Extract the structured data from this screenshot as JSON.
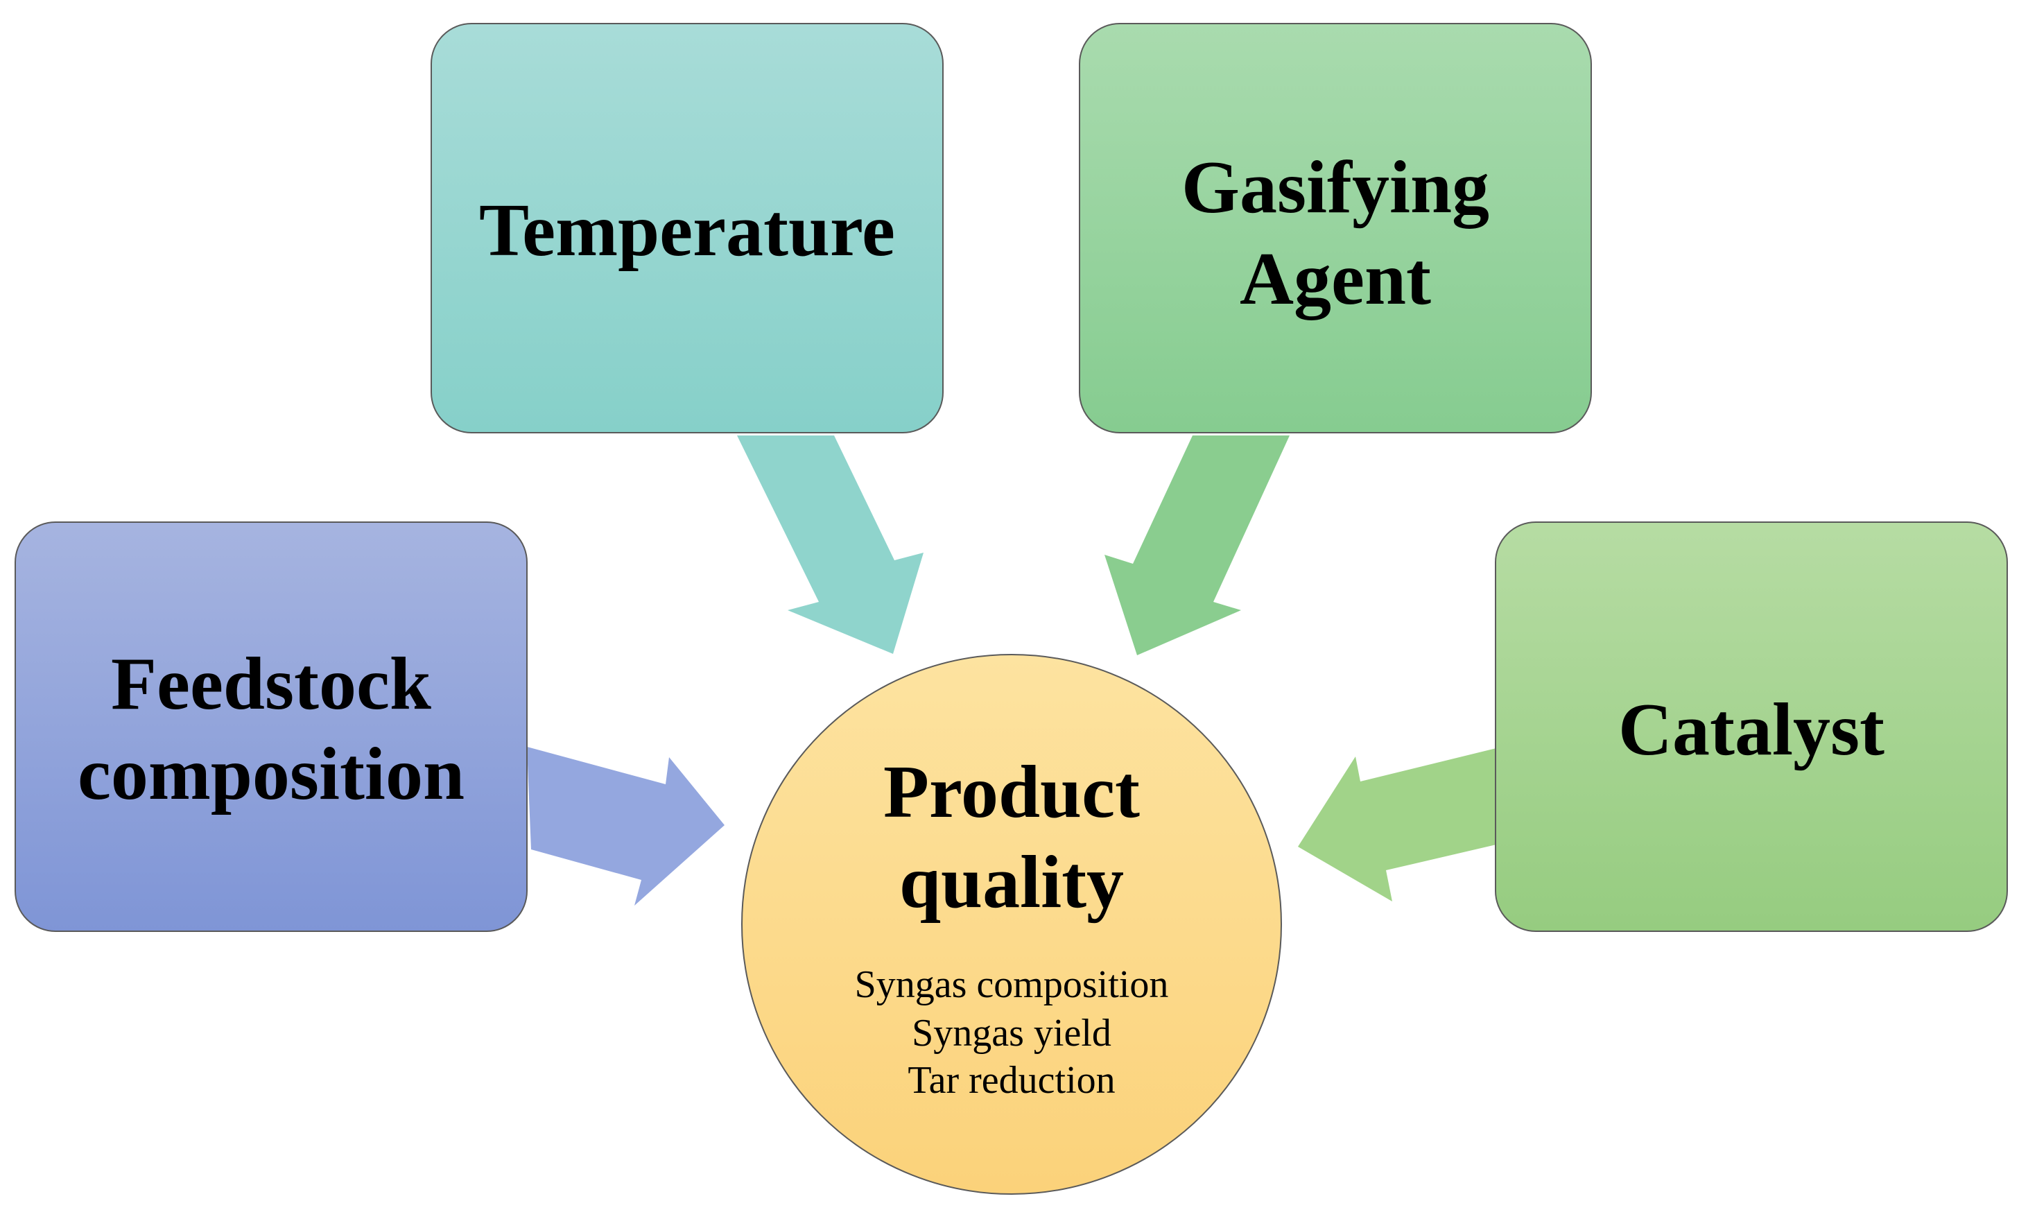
{
  "diagram": {
    "factors": [
      {
        "id": "feedstock",
        "lines": [
          "Feedstock",
          "composition"
        ],
        "color_top": "#a6b4e0",
        "color_bottom": "#7f95d6"
      },
      {
        "id": "temperature",
        "lines": [
          "Temperature"
        ],
        "color_top": "#a8dcd8",
        "color_bottom": "#86d0c9"
      },
      {
        "id": "gasifying",
        "lines": [
          "Gasifying",
          "Agent"
        ],
        "color_top": "#a9dbae",
        "color_bottom": "#86cc90"
      },
      {
        "id": "catalyst",
        "lines": [
          "Catalyst"
        ],
        "color_top": "#b6dca3",
        "color_bottom": "#96cc80"
      }
    ],
    "center": {
      "title_lines": [
        "Product",
        "quality"
      ],
      "items": [
        "Syngas composition",
        "Syngas yield",
        "Tar reduction"
      ],
      "color_top": "#fde3a0",
      "color_bottom": "#fbd27a"
    },
    "arrow_colors": {
      "feedstock": "#94a7df",
      "temperature": "#8fd4cc",
      "gasifying": "#8acd8f",
      "catalyst": "#a1d389"
    },
    "border_color": "#5a5a5a"
  }
}
